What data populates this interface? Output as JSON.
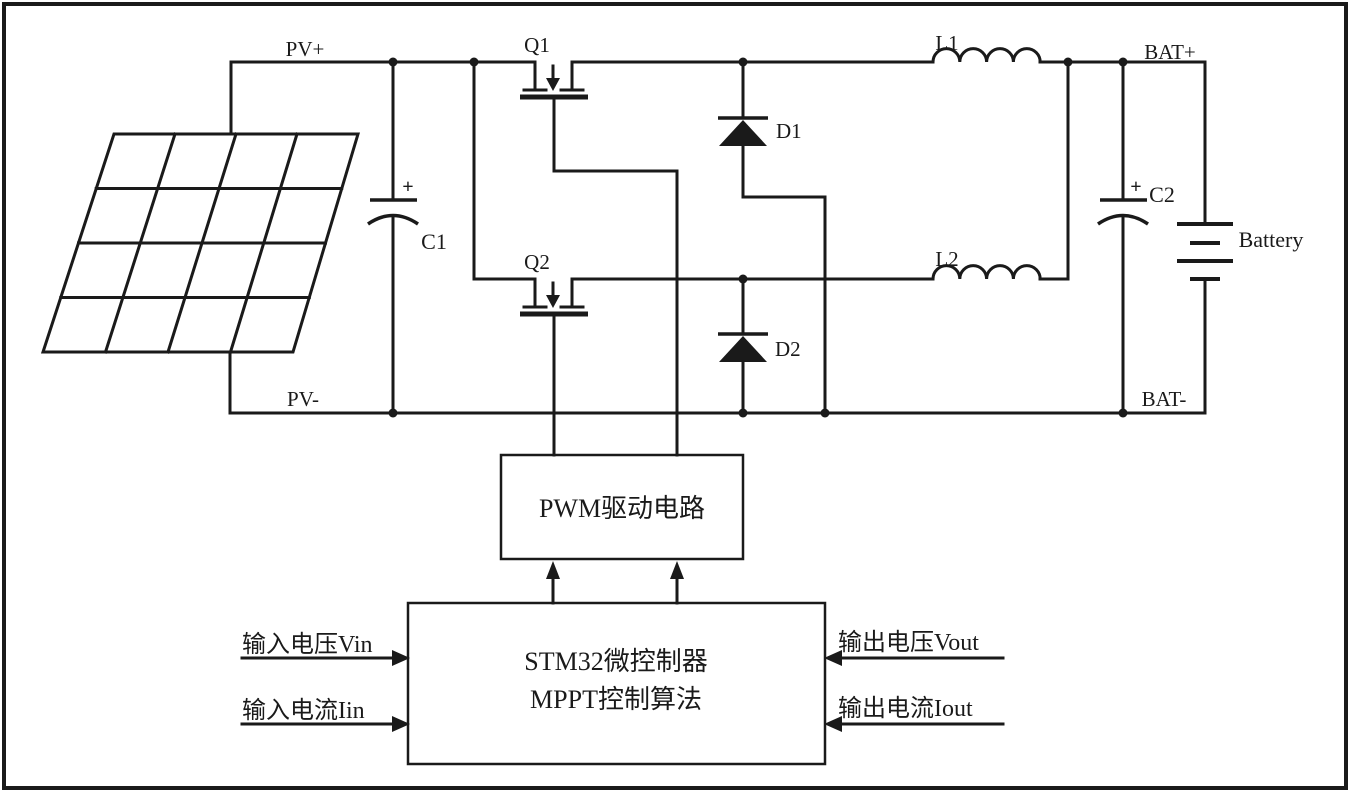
{
  "diagram": {
    "kind": "solar-mppt-buck-converter-schematic",
    "labels": {
      "pv_plus": "PV+",
      "pv_minus": "PV-",
      "q1": "Q1",
      "q2": "Q2",
      "d1": "D1",
      "d2": "D2",
      "l1": "L1",
      "l2": "L2",
      "c1": "C1",
      "c2": "C2",
      "c1_polarity": "+",
      "c2_polarity": "+",
      "bat_plus": "BAT+",
      "bat_minus": "BAT-",
      "battery": "Battery"
    },
    "blocks": {
      "pwm_driver": {
        "label": "PWM驱动电路"
      },
      "mcu": {
        "line1": "STM32微控制器",
        "line2": "MPPT控制算法"
      }
    },
    "signals": {
      "input_voltage": "输入电压Vin",
      "input_current": "输入电流Iin",
      "output_voltage": "输出电压Vout",
      "output_current": "输出电流Iout"
    },
    "colors": {
      "line": "#1a1a1a",
      "background": "#ffffff"
    }
  }
}
